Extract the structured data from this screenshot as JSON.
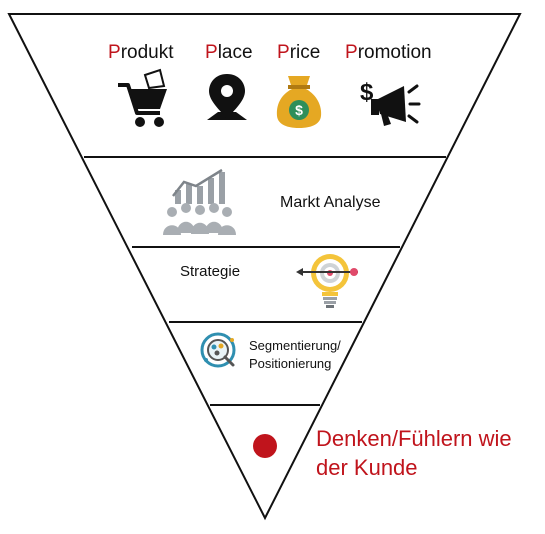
{
  "funnel": {
    "levels": [
      {
        "kind": "4p",
        "items": [
          {
            "initial": "P",
            "rest": "rodukt",
            "icon": "shopping-cart-icon"
          },
          {
            "initial": "P",
            "rest": "lace",
            "icon": "location-pin-icon"
          },
          {
            "initial": "P",
            "rest": "rice",
            "icon": "money-bag-icon"
          },
          {
            "initial": "P",
            "rest": "romotion",
            "icon": "megaphone-dollar-icon"
          }
        ]
      },
      {
        "kind": "label",
        "label": "Markt Analyse",
        "icon": "market-analysis-people-chart-icon"
      },
      {
        "kind": "label",
        "label": "Strategie",
        "icon": "target-lightbulb-icon"
      },
      {
        "kind": "label",
        "label": "Segmentierung/ Positionierung",
        "line1": "Segmentierung/",
        "line2": "Positionierung",
        "icon": "segmentation-magnifier-icon"
      },
      {
        "kind": "core",
        "label": "Denken/Fühlern wie der Kunde",
        "line1": "Denken/Fühlern wie",
        "line2": "der Kunde",
        "icon": "red-dot-icon"
      }
    ],
    "colors": {
      "accent": "#c0141c",
      "outline": "#111111",
      "gold": "#e5a823",
      "teal": "#2f8fb0"
    }
  }
}
